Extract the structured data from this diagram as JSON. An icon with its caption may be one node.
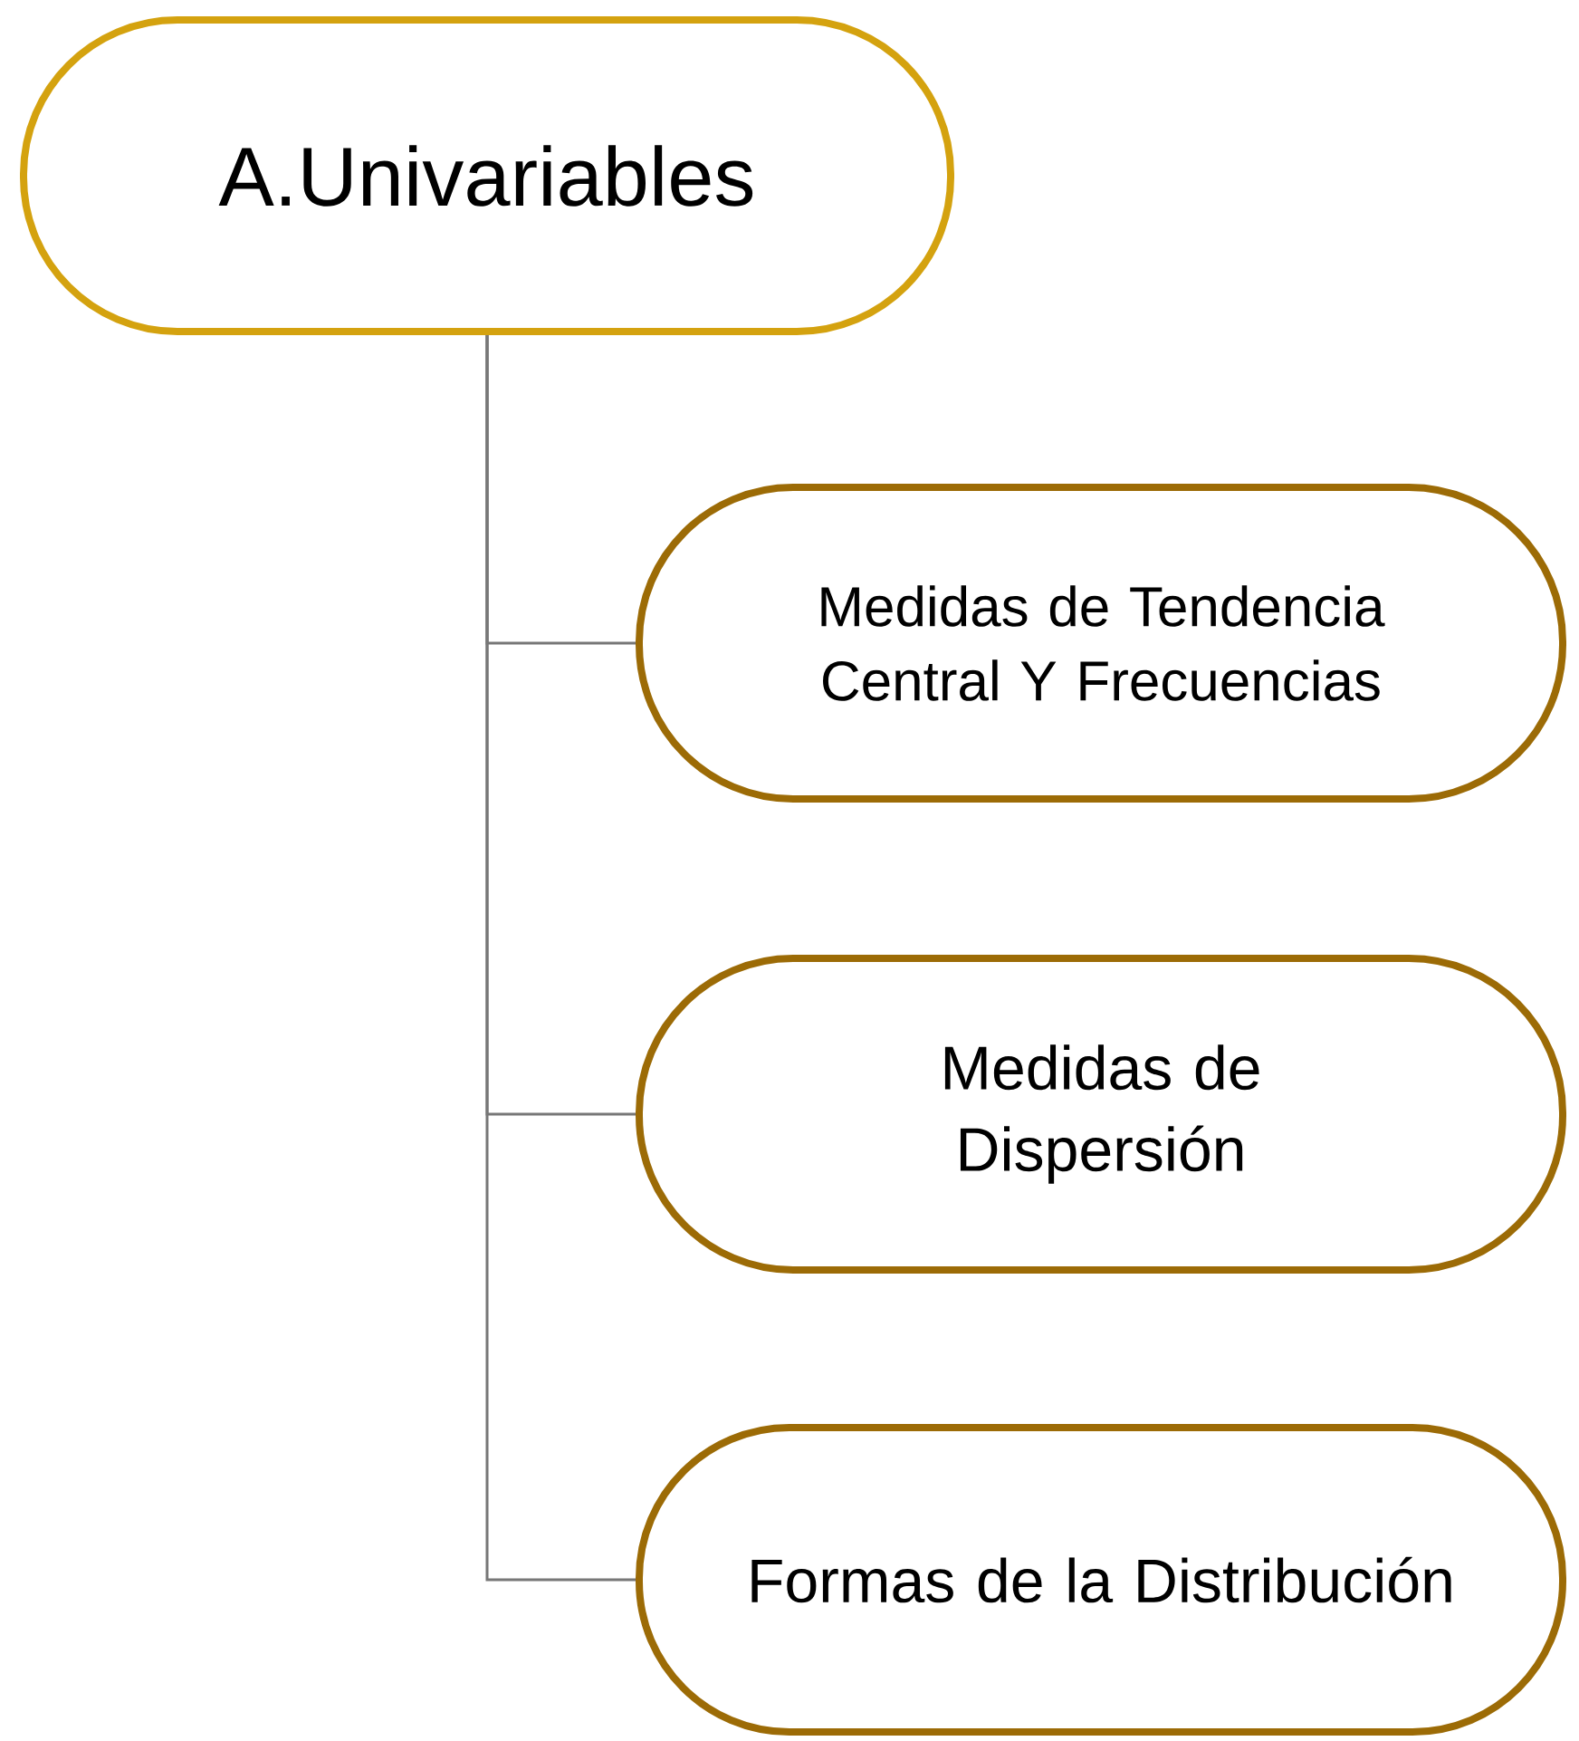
{
  "diagram": {
    "nodes": [
      {
        "text": [
          "A.Univariables"
        ]
      },
      {
        "text": [
          "Medidas de Tendencia Central Y Frecuencias"
        ]
      },
      {
        "text": [
          "Medidas de Dispersión"
        ]
      },
      {
        "text": [
          "Formas de la Distribución"
        ]
      }
    ],
    "edges": [
      {
        "from": 0,
        "to": 1,
        "arrow": "none"
      },
      {
        "from": 0,
        "to": 2,
        "arrow": "none"
      },
      {
        "from": 0,
        "to": 3,
        "arrow": "none"
      }
    ]
  }
}
